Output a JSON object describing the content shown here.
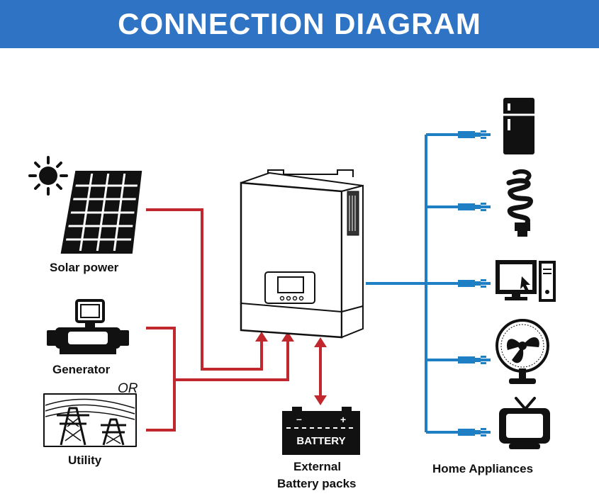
{
  "title": "CONNECTION DIAGRAM",
  "labels": {
    "solar": "Solar power",
    "generator": "Generator",
    "or": "OR",
    "utility": "Utility",
    "battery_text": "BATTERY",
    "battery_line1": "External",
    "battery_line2": "Battery packs",
    "appliances": "Home Appliances"
  },
  "colors": {
    "banner": "#2f73c4",
    "input_wire": "#c0282d",
    "output_wire": "#1f7fc4"
  },
  "nodes": {
    "inputs": [
      "solar-panel-icon",
      "generator-icon",
      "utility-tower-icon"
    ],
    "center": "inverter-icon",
    "storage": "battery-icon",
    "outputs": [
      "refrigerator-icon",
      "light-bulb-icon",
      "computer-icon",
      "fan-icon",
      "television-icon"
    ]
  }
}
